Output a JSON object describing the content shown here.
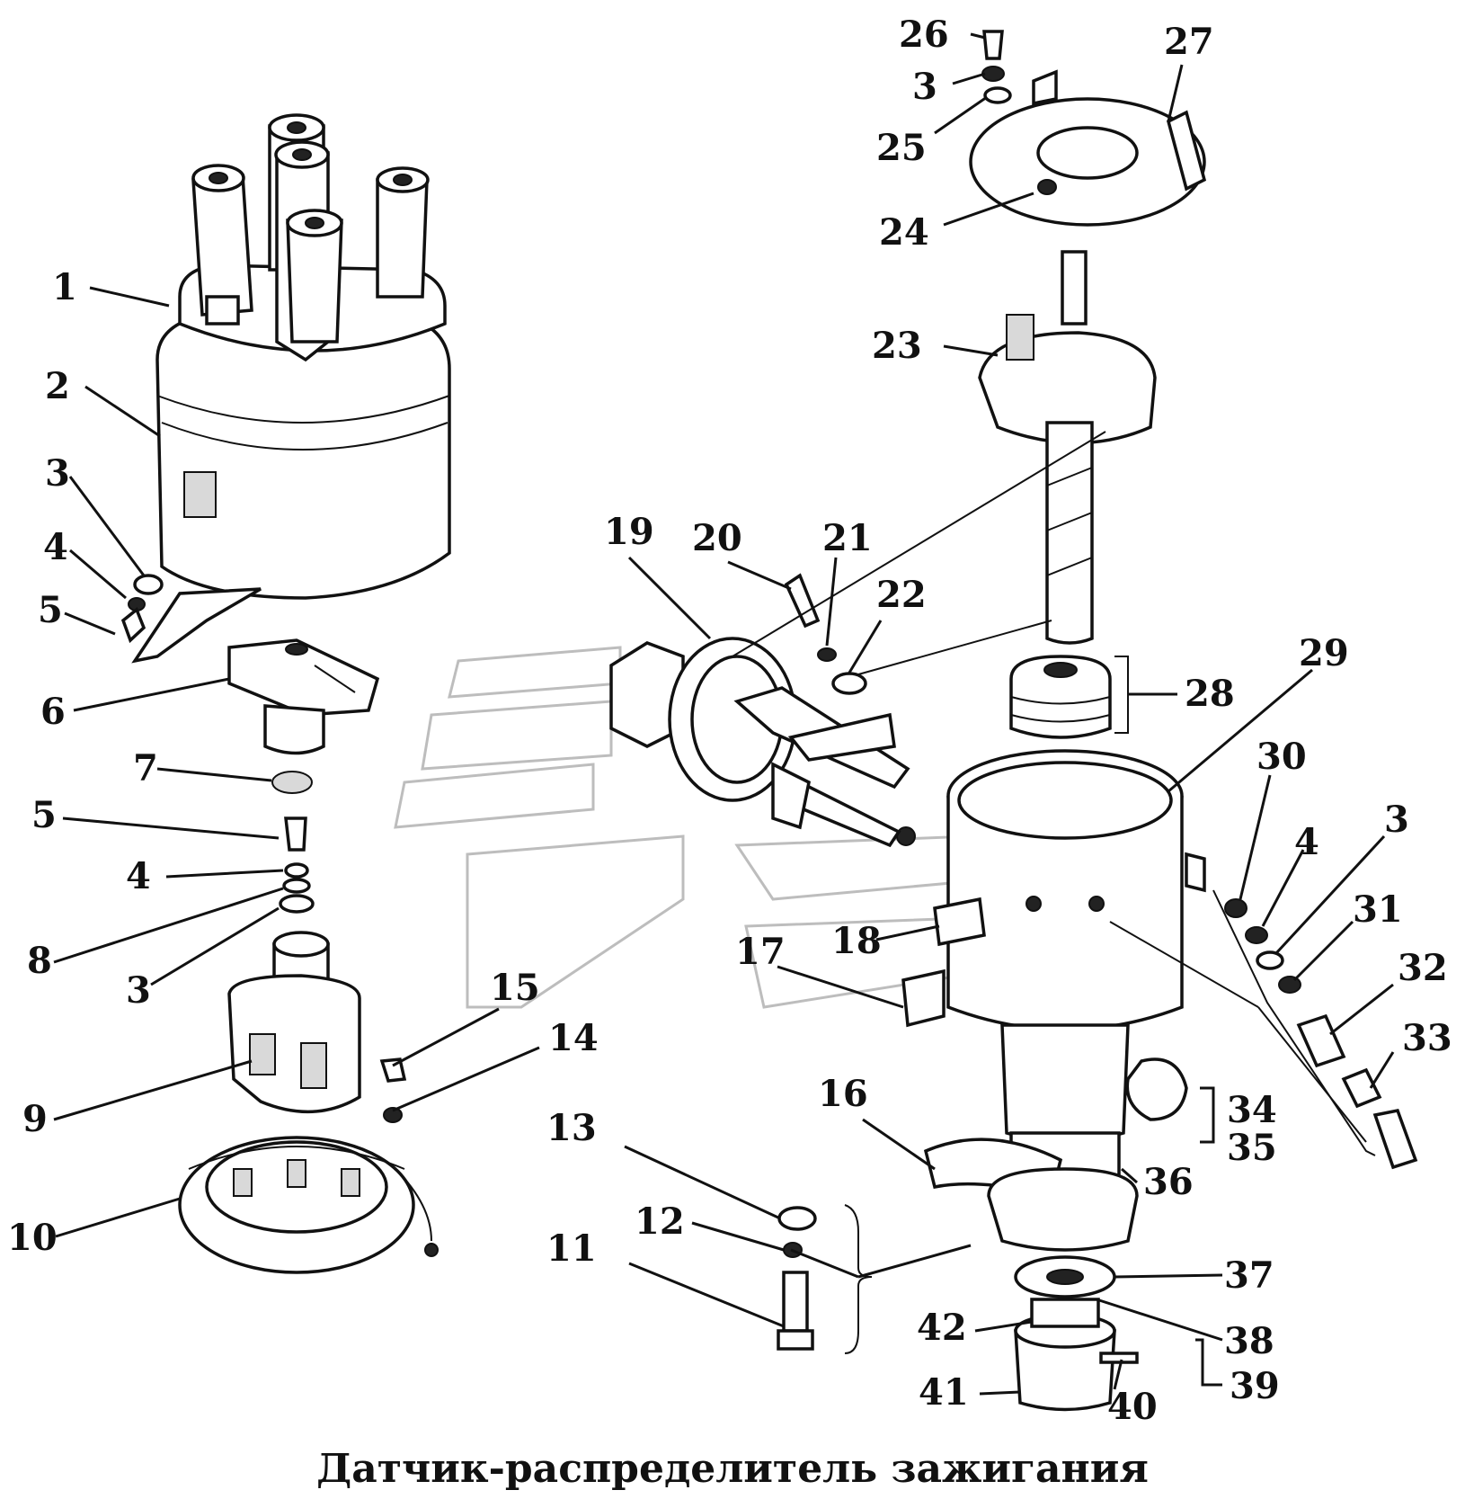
{
  "caption": "Датчик-распределитель зажигания",
  "callouts": {
    "p1": "1",
    "p2": "2",
    "p3a": "3",
    "p4a": "4",
    "p5a": "5",
    "p6": "6",
    "p7": "7",
    "p5b": "5",
    "p4b": "4",
    "p8": "8",
    "p3b": "3",
    "p9": "9",
    "p10": "10",
    "p11": "11",
    "p12": "12",
    "p13": "13",
    "p14": "14",
    "p15": "15",
    "p16": "16",
    "p17": "17",
    "p18": "18",
    "p19": "19",
    "p20": "20",
    "p21": "21",
    "p22": "22",
    "p23": "23",
    "p24": "24",
    "p25": "25",
    "p3c": "3",
    "p26": "26",
    "p27": "27",
    "p28": "28",
    "p29": "29",
    "p30": "30",
    "p4c": "4",
    "p3d": "3",
    "p31": "31",
    "p32": "32",
    "p33": "33",
    "p34": "34",
    "p35": "35",
    "p36": "36",
    "p37": "37",
    "p38": "38",
    "p39": "39",
    "p40": "40",
    "p41": "41",
    "p42": "42"
  }
}
